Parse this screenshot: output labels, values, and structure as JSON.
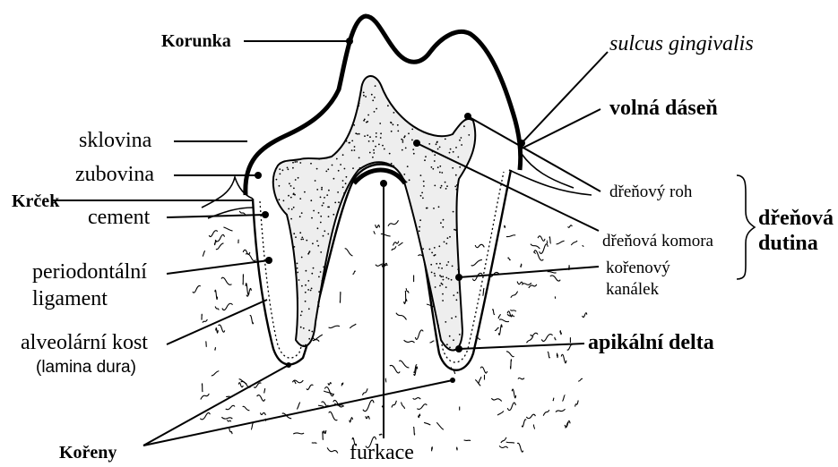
{
  "labels": {
    "korunka": "Korunka",
    "sklovina": "sklovina",
    "zubovina": "zubovina",
    "krcek": "Krček",
    "cement": "cement",
    "periodontalni_1": "periodontální",
    "periodontalni_2": "ligament",
    "alveolarni_kost": "alveolární kost",
    "lamina_dura": "(lamina dura)",
    "koreny": "Kořeny",
    "furkace": "furkace",
    "sulcus": "sulcus gingivalis",
    "volna_dasen": "volná dáseň",
    "drenovy_roh": "dřeňový roh",
    "drenova_komora": "dřeňová komora",
    "korenovy_1": "kořenový",
    "korenovy_2": "kanálek",
    "drenova_dutina_1": "dřeňová",
    "drenova_dutina_2": "dutina",
    "apikalni_delta": "apikální delta"
  },
  "colors": {
    "ink": "#000000",
    "pulp": "#eeeeee",
    "background": "#ffffff"
  }
}
